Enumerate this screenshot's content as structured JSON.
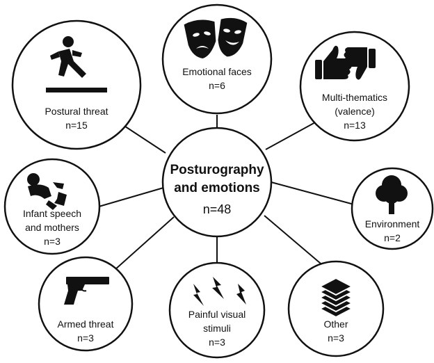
{
  "center": {
    "title_line1": "Posturography",
    "title_line2": "and emotions",
    "count": "n=48"
  },
  "nodes": [
    {
      "id": "emotional-faces",
      "lines": [
        "Emotional faces",
        "n=6"
      ],
      "icon": "theater-masks-icon"
    },
    {
      "id": "multi-thematics",
      "lines": [
        "Multi-thematics",
        "(valence)",
        "n=13"
      ],
      "icon": "thumbs-up-down-icon"
    },
    {
      "id": "environment",
      "lines": [
        "Environment",
        "n=2"
      ],
      "icon": "tree-icon"
    },
    {
      "id": "other",
      "lines": [
        "Other",
        "n=3"
      ],
      "icon": "stacked-layers-icon"
    },
    {
      "id": "painful-visual",
      "lines": [
        "Painful visual",
        "stimuli",
        "n=3"
      ],
      "icon": "lightning-bolts-icon"
    },
    {
      "id": "armed-threat",
      "lines": [
        "Armed threat",
        "n=3"
      ],
      "icon": "handgun-icon"
    },
    {
      "id": "infant-speech",
      "lines": [
        "Infant speech",
        "and mothers",
        "n=3"
      ],
      "icon": "mother-child-icon"
    },
    {
      "id": "postural-threat",
      "lines": [
        "Postural threat",
        "n=15"
      ],
      "icon": "falling-person-icon"
    }
  ]
}
